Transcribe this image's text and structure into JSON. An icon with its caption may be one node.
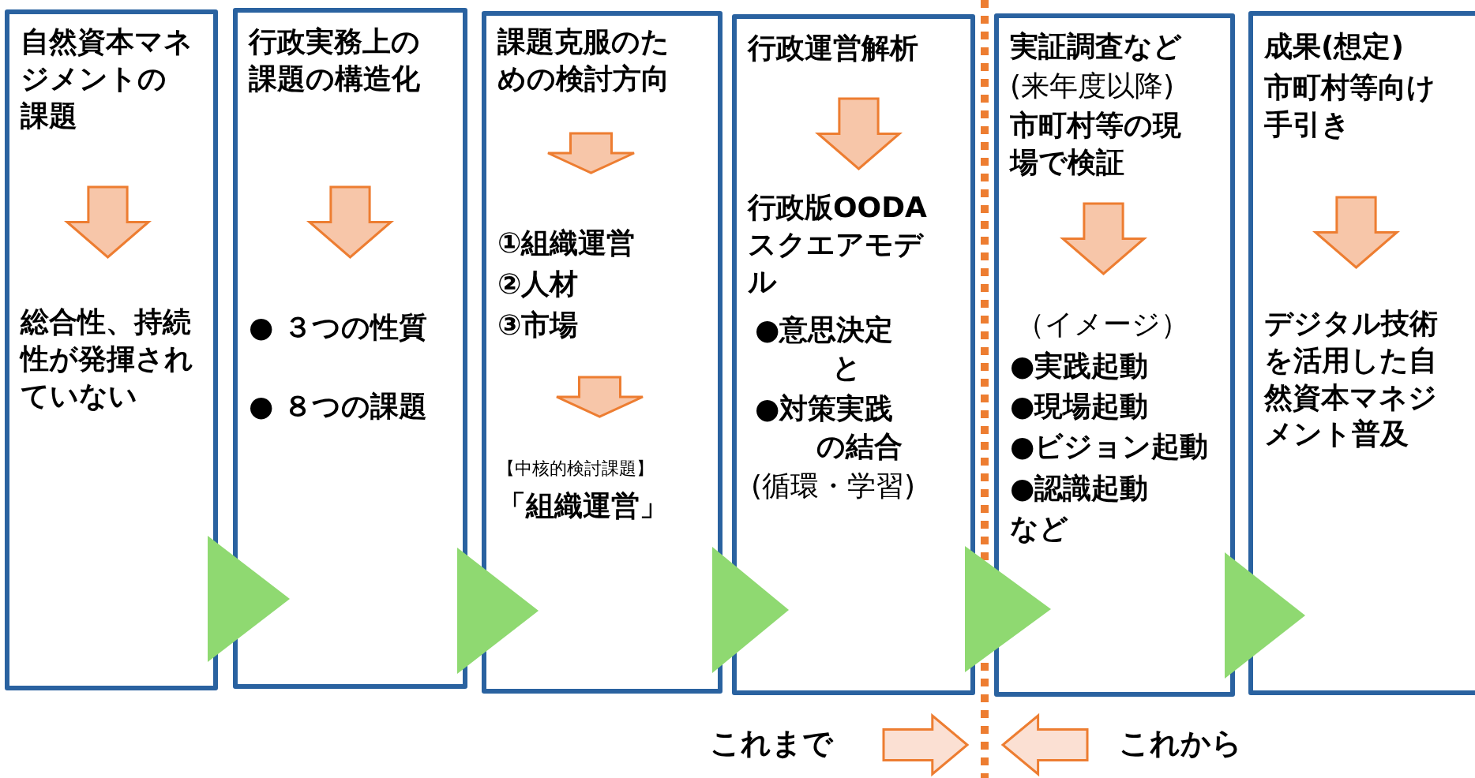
{
  "diagram": {
    "nodes": [
      {
        "text": [
          "自然資本マネジメントの課題",
          "総合性、持続性が発揮されていない"
        ]
      },
      {
        "text": [
          "行政実務上の課題の構造化",
          "● ３つの性質",
          "● ８つの課題"
        ]
      },
      {
        "text": [
          "課題克服のための検討方向",
          "①組織運営",
          "②人材",
          "③市場",
          "【中核的検討課題】",
          "「組織運営」"
        ]
      },
      {
        "text": [
          "行政運営解析",
          "行政版OODAスクエアモデル",
          "●意思決定",
          "と",
          "●対策実践",
          "の結合",
          "(循環・学習)"
        ]
      },
      {
        "text": [
          "実証調査など",
          "(来年度以降)",
          "市町村等の現場で検証",
          "（イメージ）",
          "●実践起動",
          "●現場起動",
          "●ビジョン起動",
          "●認識起動",
          "など"
        ]
      },
      {
        "text": [
          "成果(想定)",
          "市町村等向け手引き",
          "デジタル技術を活用した自然資本マネジメント普及"
        ]
      }
    ],
    "edges": [
      {
        "from": 0,
        "to": 1,
        "arrow": "to"
      },
      {
        "from": 1,
        "to": 2,
        "arrow": "to"
      },
      {
        "from": 2,
        "to": 3,
        "arrow": "to"
      },
      {
        "from": 3,
        "to": 4,
        "arrow": "to"
      },
      {
        "from": 4,
        "to": 5,
        "arrow": "to"
      }
    ],
    "labels": [
      "これまで",
      "これから"
    ]
  }
}
